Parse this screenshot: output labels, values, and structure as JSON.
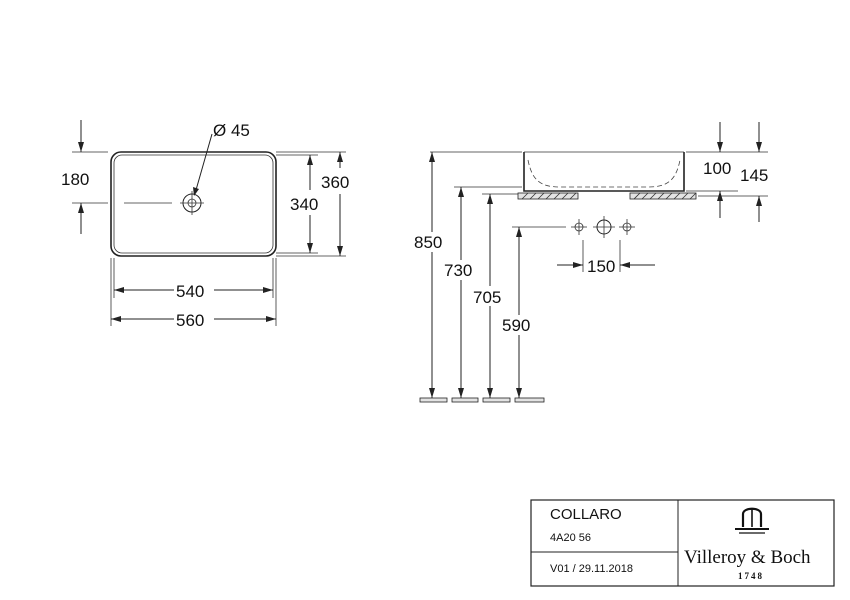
{
  "drawing": {
    "top_view": {
      "drain_label": "Ø 45",
      "dim_offset": "180",
      "dim_inner_width": "540",
      "dim_outer_width": "560",
      "dim_inner_depth": "340",
      "dim_outer_depth": "360"
    },
    "side_view": {
      "dim_height_inner": "100",
      "dim_height_total": "145",
      "dim_hole_spacing": "150",
      "dim_850": "850",
      "dim_730": "730",
      "dim_705": "705",
      "dim_590": "590"
    }
  },
  "title_block": {
    "product_name": "COLLARO",
    "article_no": "4A20 56",
    "version": "V01 / 29.11.2018",
    "brand": "Villeroy & Boch",
    "brand_year": "1748"
  }
}
